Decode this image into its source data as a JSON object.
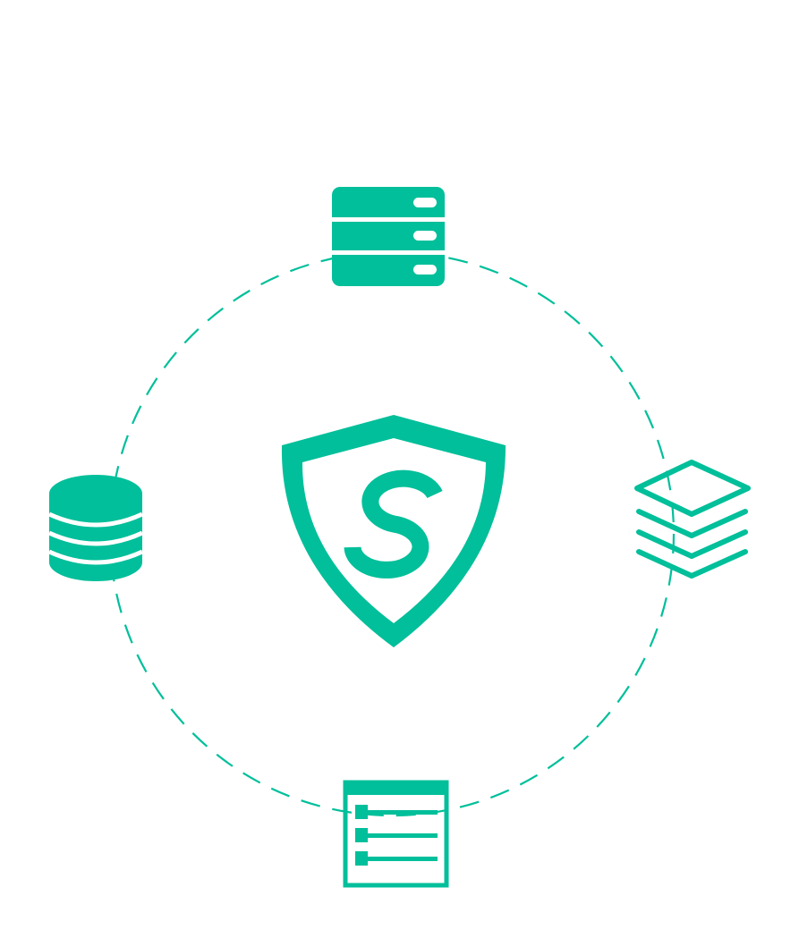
{
  "colors": {
    "accent": "#00bf9a",
    "background": "#ffffff"
  },
  "diagram": {
    "center_icon": "shield-s-icon",
    "center_letter": "S",
    "orbit_style": "dashed-circle",
    "nodes": [
      {
        "position": "top",
        "icon": "server-rack-icon"
      },
      {
        "position": "right",
        "icon": "stacked-layers-icon"
      },
      {
        "position": "bottom",
        "icon": "list-document-icon"
      },
      {
        "position": "left",
        "icon": "database-icon"
      }
    ]
  }
}
